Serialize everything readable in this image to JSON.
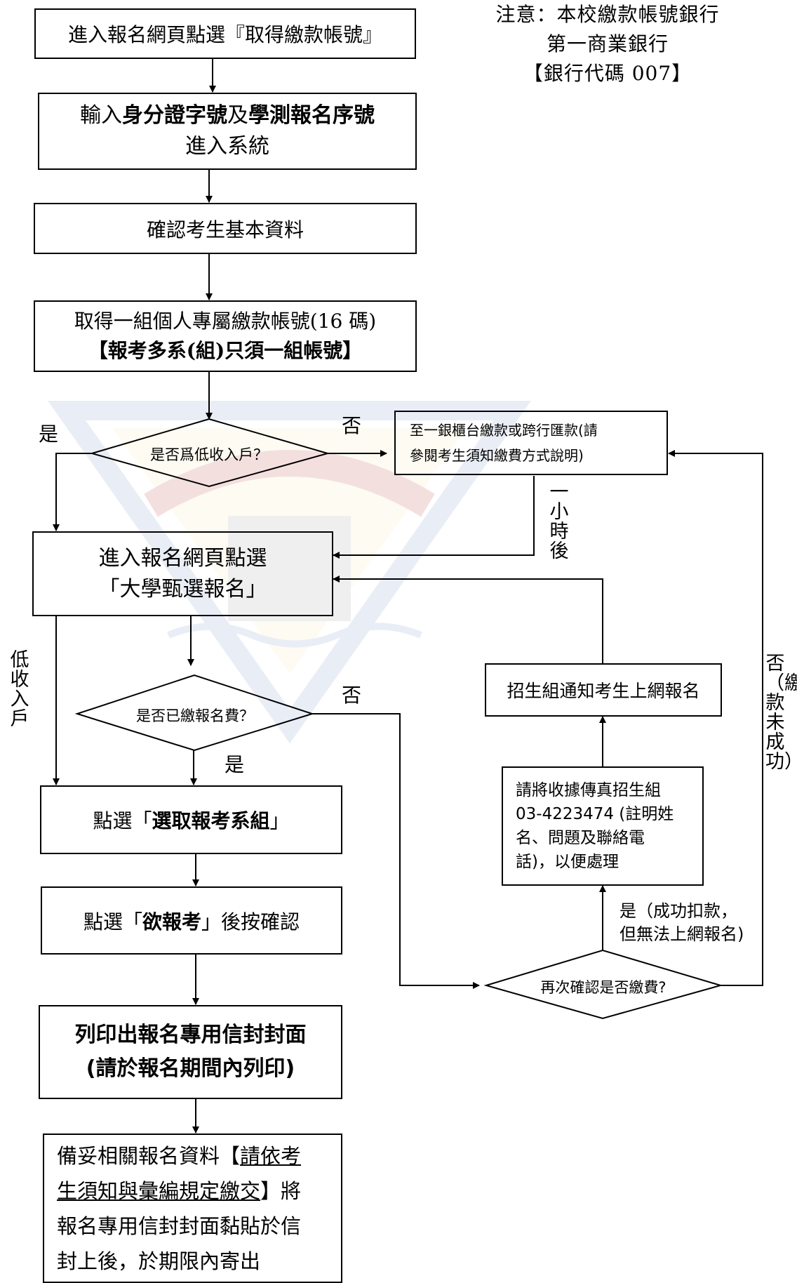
{
  "note": {
    "line1": "注意：本校繳款帳號銀行",
    "line2": "第一商業銀行",
    "line3": "【銀行代碼 007】"
  },
  "steps": {
    "s1": "進入報名網頁點選『取得繳款帳號』",
    "s2": {
      "a": "輸入",
      "b": "身分證字號",
      "c": "及",
      "d": "學測報名序號",
      "line2": "進入系統"
    },
    "s3": "確認考生基本資料",
    "s4": {
      "line1": "取得一組個人專屬繳款帳號(16 碼)",
      "line2": "【報考多系(組)只須一組帳號】"
    },
    "s5": {
      "line1": "進入報名網頁點選",
      "line2": "「大學甄選報名」"
    },
    "s6": {
      "pre": "點選「",
      "bold": "選取報考系組",
      "post": "」"
    },
    "s7": {
      "pre": "點選「",
      "bold": "欲報考",
      "post": "」後按確認"
    },
    "s8": {
      "line1": "列印出報名專用信封封面",
      "line2": "(請於報名期間內列印)"
    },
    "s9": {
      "p1": "備妥相關報名資料【",
      "u1": "請依考",
      "u2": "生須知與彙編規定繳交",
      "p2": "】將",
      "line3": "報名專用信封封面黏貼於信",
      "line4": "封上後，於期限內寄出"
    },
    "bank": {
      "line1": "至一銀櫃台繳款或跨行匯款(請",
      "line2": "參閱考生須知繳費方式說明)"
    },
    "notify": "招生組通知考生上網報名",
    "fax": {
      "line1": "請將收據傳真招生組",
      "line2": "03-4223474 (註明姓",
      "line3": "名、問題及聯絡電",
      "line4": "話)，以便處理"
    }
  },
  "decisions": {
    "d1": "是否爲低收入戶？",
    "d2": "是否已繳報名費？",
    "d3": "再次確認是否繳費?"
  },
  "labels": {
    "yes1": "是",
    "no1": "否",
    "hour": "一小時後",
    "low_income": "低收入戶",
    "no2": "否",
    "yes2": "是",
    "no_right": "否（繳款未成功）",
    "yes3_line1": "是（成功扣款，",
    "yes3_line2": "但無法上網報名)"
  },
  "colors": {
    "stroke": "#000000",
    "watermark_blue": "#7a96c8",
    "watermark_yellow": "#f0d264"
  }
}
